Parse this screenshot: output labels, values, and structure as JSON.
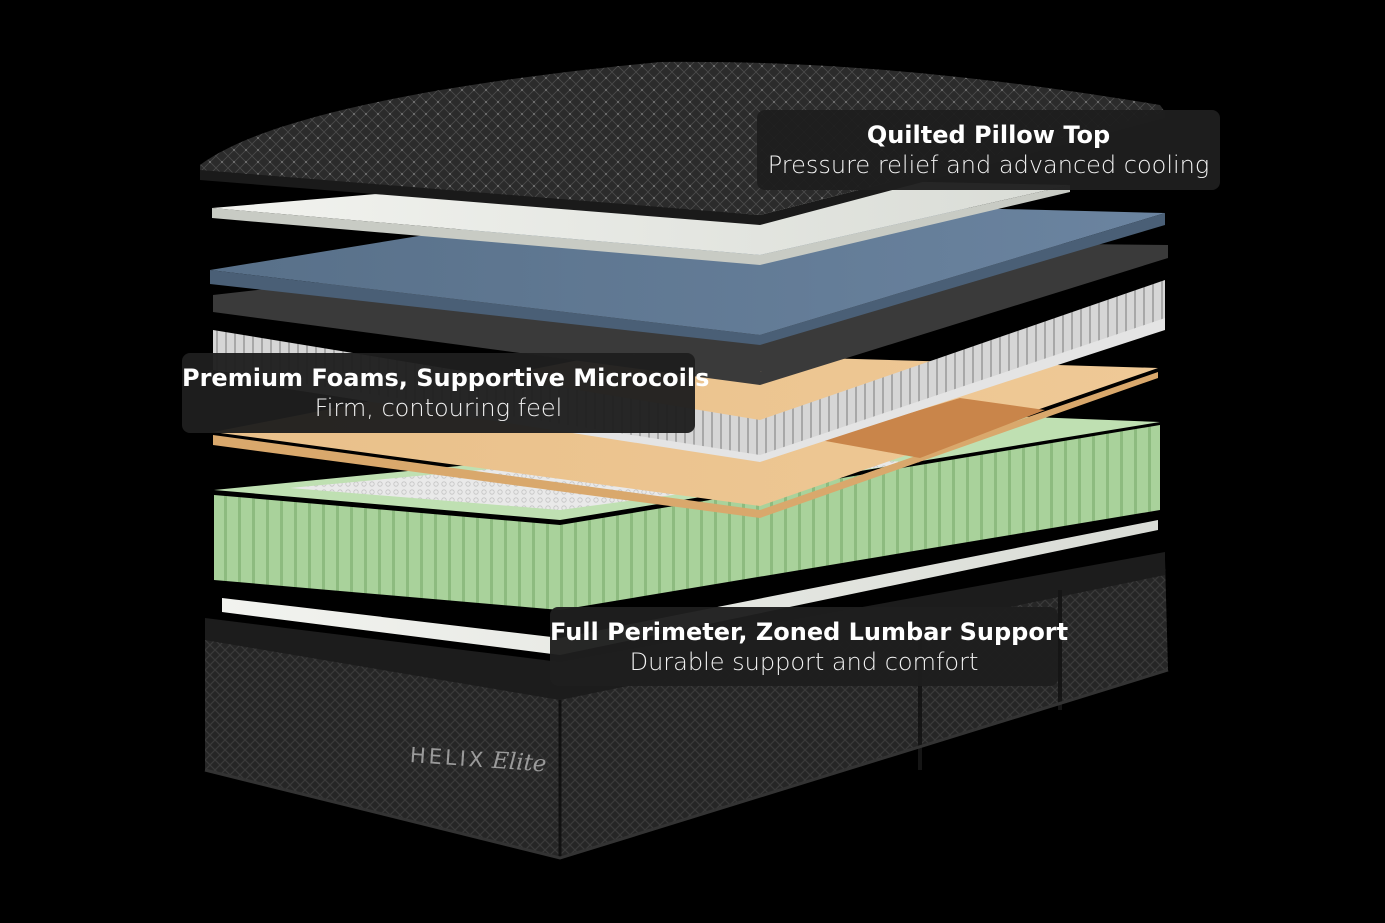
{
  "callouts": {
    "top": {
      "title": "Quilted Pillow Top",
      "subtitle": "Pressure relief and advanced cooling"
    },
    "middle": {
      "title": "Premium Foams, Supportive Microcoils",
      "subtitle": "Firm, contouring feel"
    },
    "bottom": {
      "title": "Full Perimeter, Zoned Lumbar Support",
      "subtitle": "Durable support and comfort"
    }
  },
  "brand": {
    "name": "HELIX",
    "line": "Elite"
  },
  "colors": {
    "background": "#000000",
    "pillow_top": "#2a2a2a",
    "white_foam": "#e6e8e4",
    "blue_foam": "#5d7691",
    "dark_foam": "#3a3a3a",
    "tan_foam": "#e6b880",
    "orange_zone": "#c9854a",
    "green_coils": "#a9d29b",
    "base_fabric": "#262626"
  }
}
